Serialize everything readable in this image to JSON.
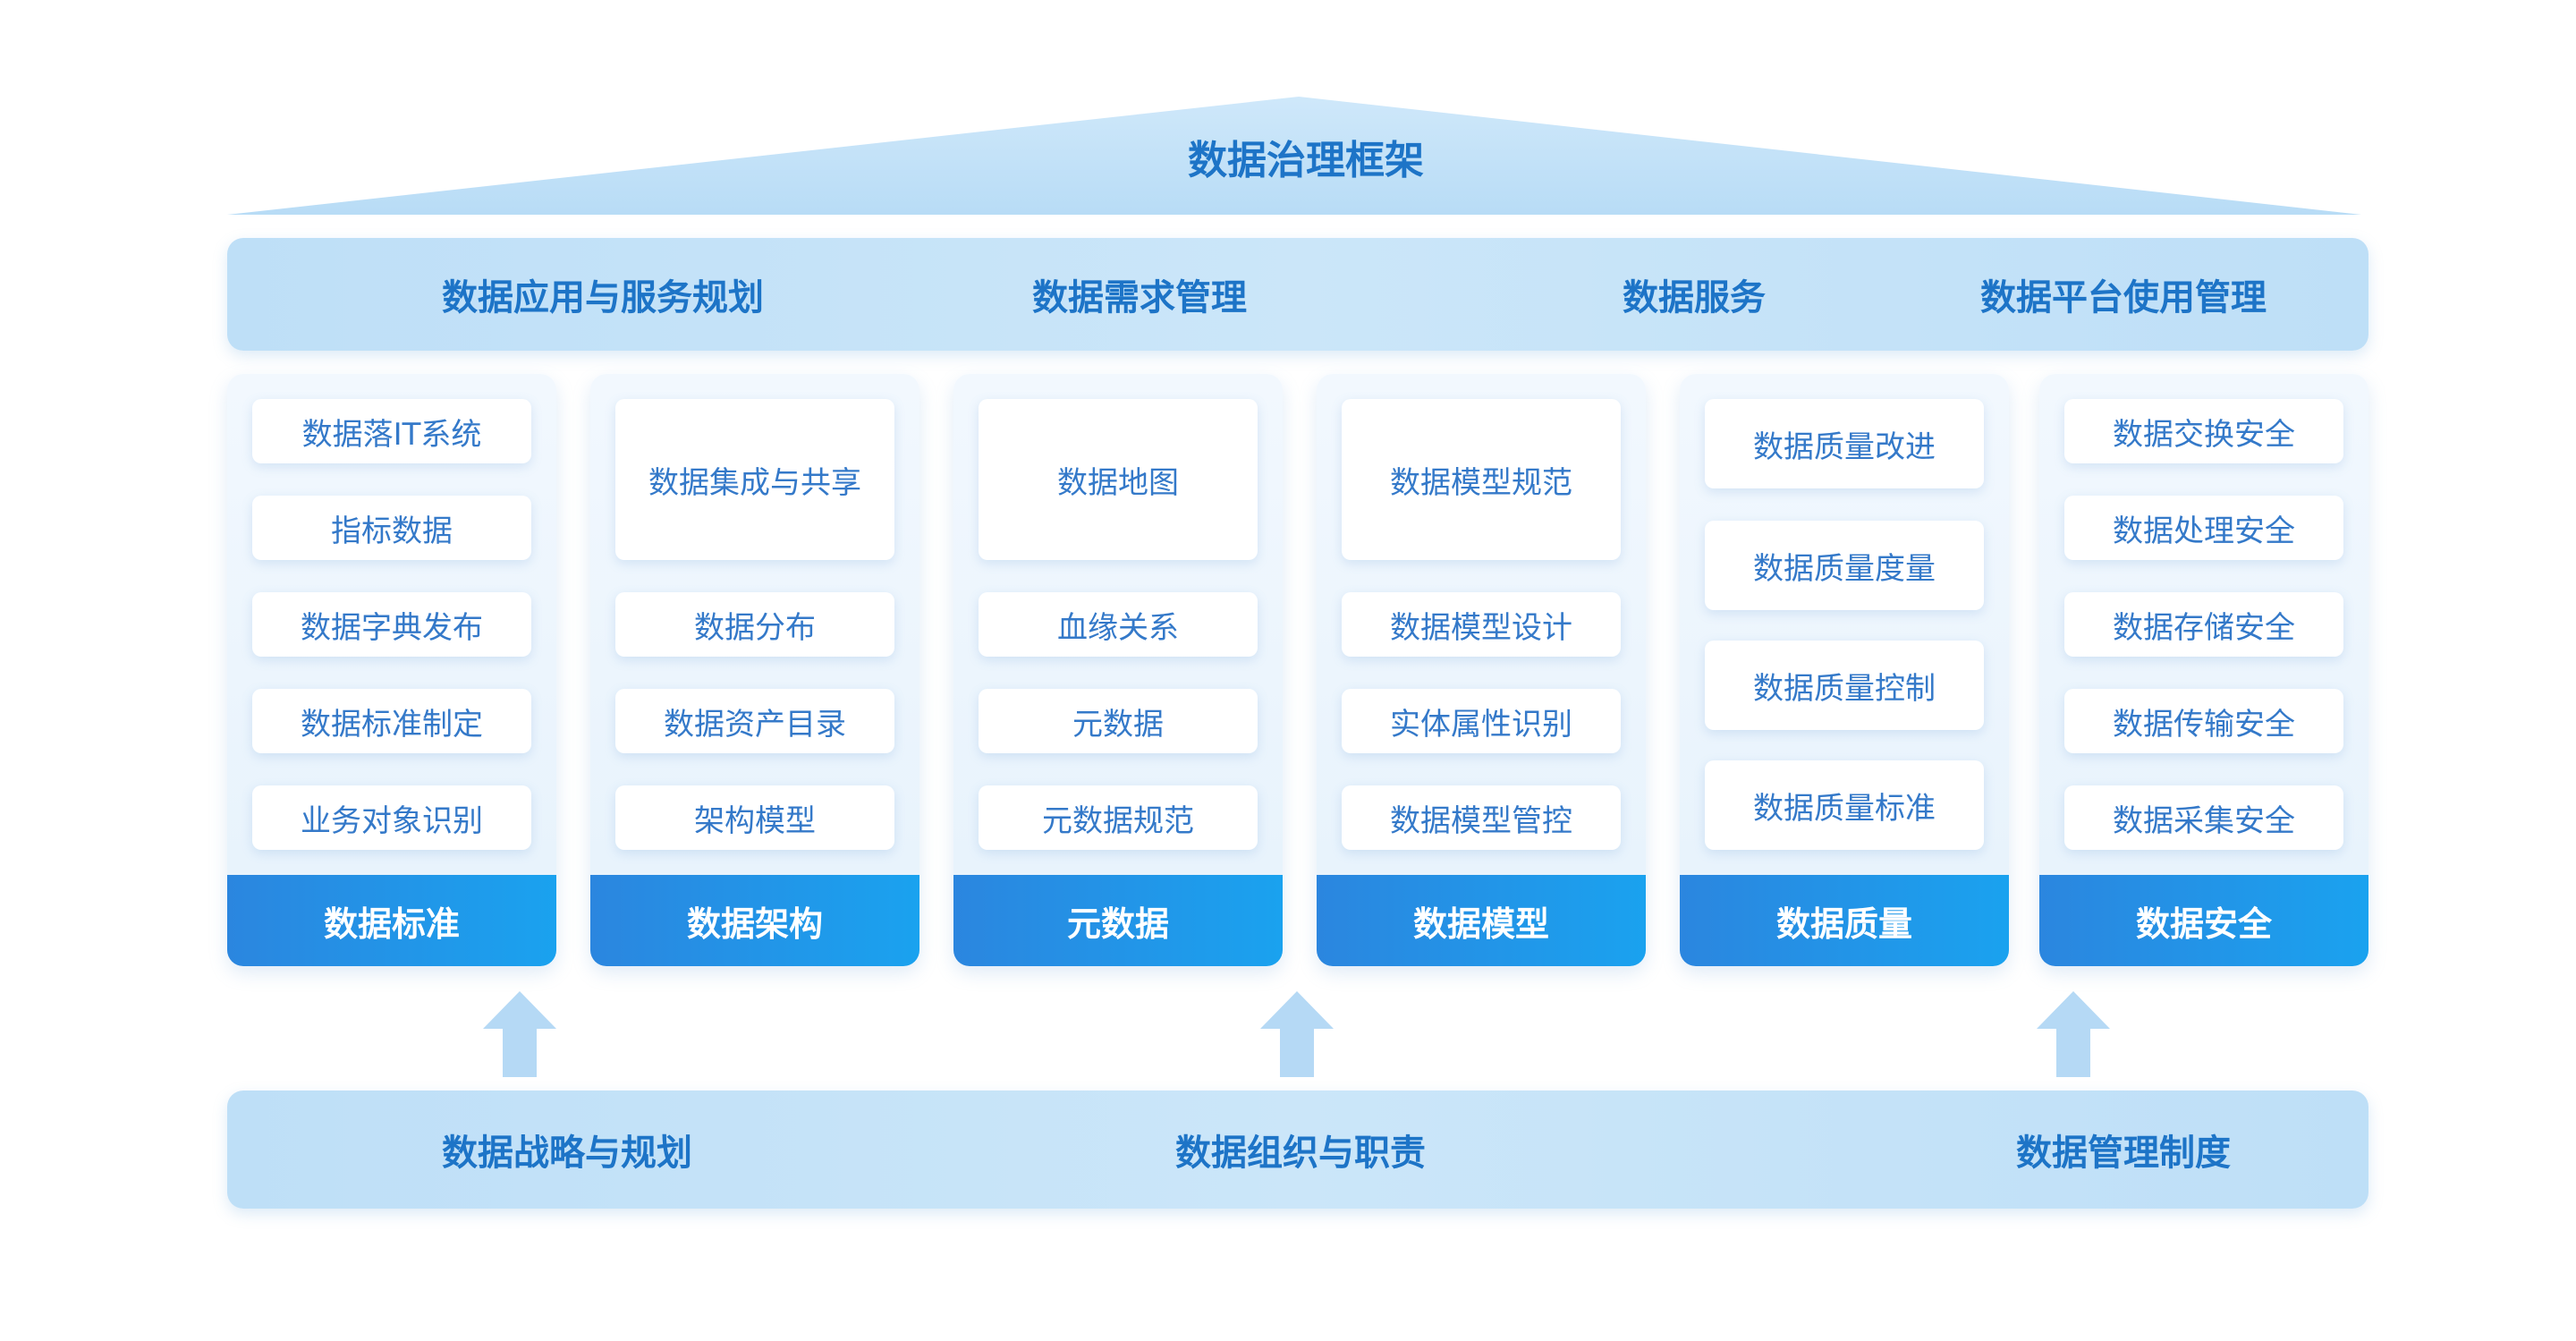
{
  "title": "数据治理框架",
  "top_band": [
    "数据应用与服务规划",
    "数据需求管理",
    "数据服务",
    "数据平台使用管理"
  ],
  "pillars": [
    {
      "footer": "数据标准",
      "items": [
        "数据落IT系统",
        "指标数据",
        "数据字典发布",
        "数据标准制定",
        "业务对象识别"
      ]
    },
    {
      "footer": "数据架构",
      "items": [
        "数据集成与共享",
        "数据分布",
        "数据资产目录",
        "架构模型"
      ]
    },
    {
      "footer": "元数据",
      "items": [
        "数据地图",
        "血缘关系",
        "元数据",
        "元数据规范"
      ]
    },
    {
      "footer": "数据模型",
      "items": [
        "数据模型规范",
        "数据模型设计",
        "实体属性识别",
        "数据模型管控"
      ]
    },
    {
      "footer": "数据质量",
      "items": [
        "数据质量改进",
        "数据质量度量",
        "数据质量控制",
        "数据质量标准"
      ]
    },
    {
      "footer": "数据安全",
      "items": [
        "数据交换安全",
        "数据处理安全",
        "数据存储安全",
        "数据传输安全",
        "数据采集安全"
      ]
    }
  ],
  "bottom_band": [
    "数据战略与规划",
    "数据组织与职责",
    "数据管理制度"
  ],
  "colors": {
    "accent": "#1d74c7",
    "band": "#c4e2f8",
    "footer": "#1f93e6",
    "item_text": "#3479c9"
  }
}
